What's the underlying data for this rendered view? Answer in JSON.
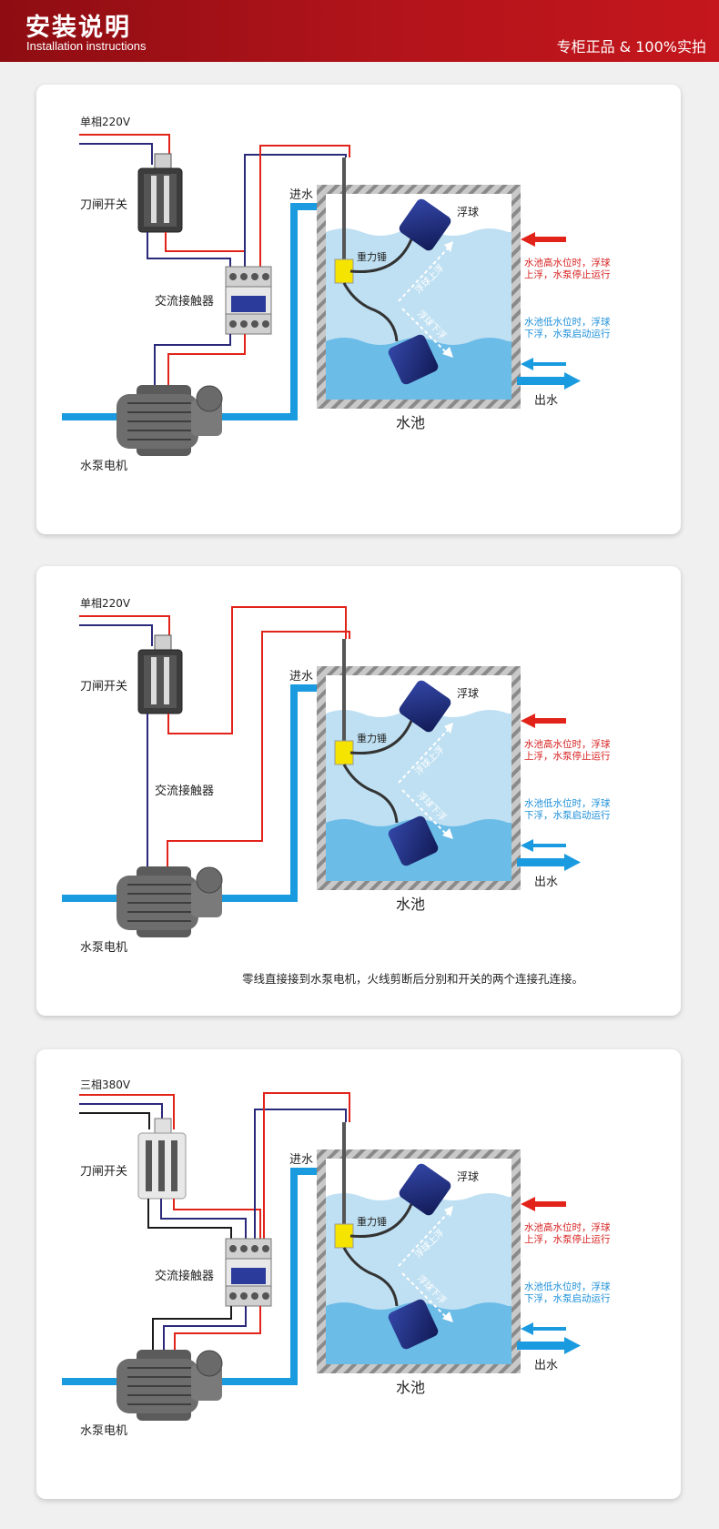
{
  "header": {
    "title": "安装说明",
    "subtitle": "Installation instructions",
    "tagline": "专柜正品 & 100%实拍"
  },
  "colors": {
    "banner": "#b3141b",
    "live_wire": "#e2231a",
    "neutral_wire": "#2b2a7a",
    "black_wire": "#1a1a1a",
    "water_pipe": "#1a9be0",
    "tank_water_light": "#bfe0f2",
    "tank_water_dark": "#6cbce8",
    "float_body": "#1d2a78",
    "weight_yellow": "#f5e400"
  },
  "panels": [
    {
      "supply_label": "单相220V",
      "switch_label": "刀闸开关",
      "contactor_label": "交流接触器",
      "motor_label": "水泵电机",
      "inlet_label": "进水",
      "outlet_label": "出水",
      "tank_label": "水池",
      "float_label": "浮球",
      "weight_label": "重力锤",
      "float_up_label": "浮球上浮",
      "float_down_label": "浮球下浮",
      "high_note_line1": "水池高水位时，浮球",
      "high_note_line2": "上浮，水泵停止运行",
      "low_note_line1": "水池低水位时，浮球",
      "low_note_line2": "下浮，水泵启动运行",
      "footer_note": ""
    },
    {
      "supply_label": "单相220V",
      "switch_label": "刀闸开关",
      "contactor_label": "交流接触器",
      "motor_label": "水泵电机",
      "inlet_label": "进水",
      "outlet_label": "出水",
      "tank_label": "水池",
      "float_label": "浮球",
      "weight_label": "重力锤",
      "float_up_label": "浮球上浮",
      "float_down_label": "浮球下浮",
      "high_note_line1": "水池高水位时，浮球",
      "high_note_line2": "上浮，水泵停止运行",
      "low_note_line1": "水池低水位时，浮球",
      "low_note_line2": "下浮，水泵启动运行",
      "footer_note": "零线直接接到水泵电机，火线剪断后分别和开关的两个连接孔连接。"
    },
    {
      "supply_label": "三相380V",
      "switch_label": "刀闸开关",
      "contactor_label": "交流接触器",
      "motor_label": "水泵电机",
      "inlet_label": "进水",
      "outlet_label": "出水",
      "tank_label": "水池",
      "float_label": "浮球",
      "weight_label": "重力锤",
      "float_up_label": "浮球上浮",
      "float_down_label": "浮球下浮",
      "high_note_line1": "水池高水位时，浮球",
      "high_note_line2": "上浮，水泵停止运行",
      "low_note_line1": "水池低水位时，浮球",
      "low_note_line2": "下浮，水泵启动运行",
      "footer_note": ""
    }
  ]
}
